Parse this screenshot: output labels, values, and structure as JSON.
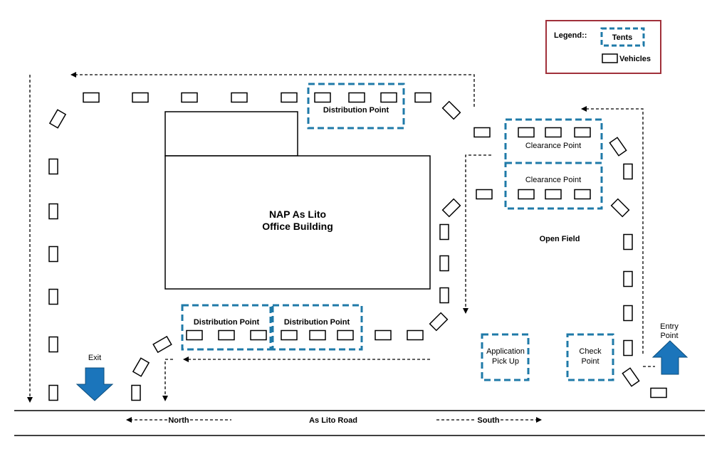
{
  "legend": {
    "title": "Legend::",
    "tents_label": "Tents",
    "vehicles_label": "Vehicles"
  },
  "building": {
    "line1": "NAP As Lito",
    "line2": "Office Building"
  },
  "tents": {
    "distribution_top": "Distribution Point",
    "distribution_bottom_left": "Distribution Point",
    "distribution_bottom_right": "Distribution Point",
    "clearance_upper": "Clearance Point",
    "clearance_lower": "Clearance Point",
    "application_line1": "Application",
    "application_line2": "Pick Up",
    "check_line1": "Check",
    "check_line2": "Point"
  },
  "areas": {
    "open_field": "Open Field",
    "exit": "Exit",
    "entry_line1": "Entry",
    "entry_line2": "Point"
  },
  "road": {
    "name": "As Lito Road",
    "north": "North",
    "south": "South"
  },
  "colors": {
    "tent_border": "#1f7aa8",
    "arrow_fill": "#1b75bb",
    "legend_border": "#a0303a",
    "line": "#000000"
  }
}
